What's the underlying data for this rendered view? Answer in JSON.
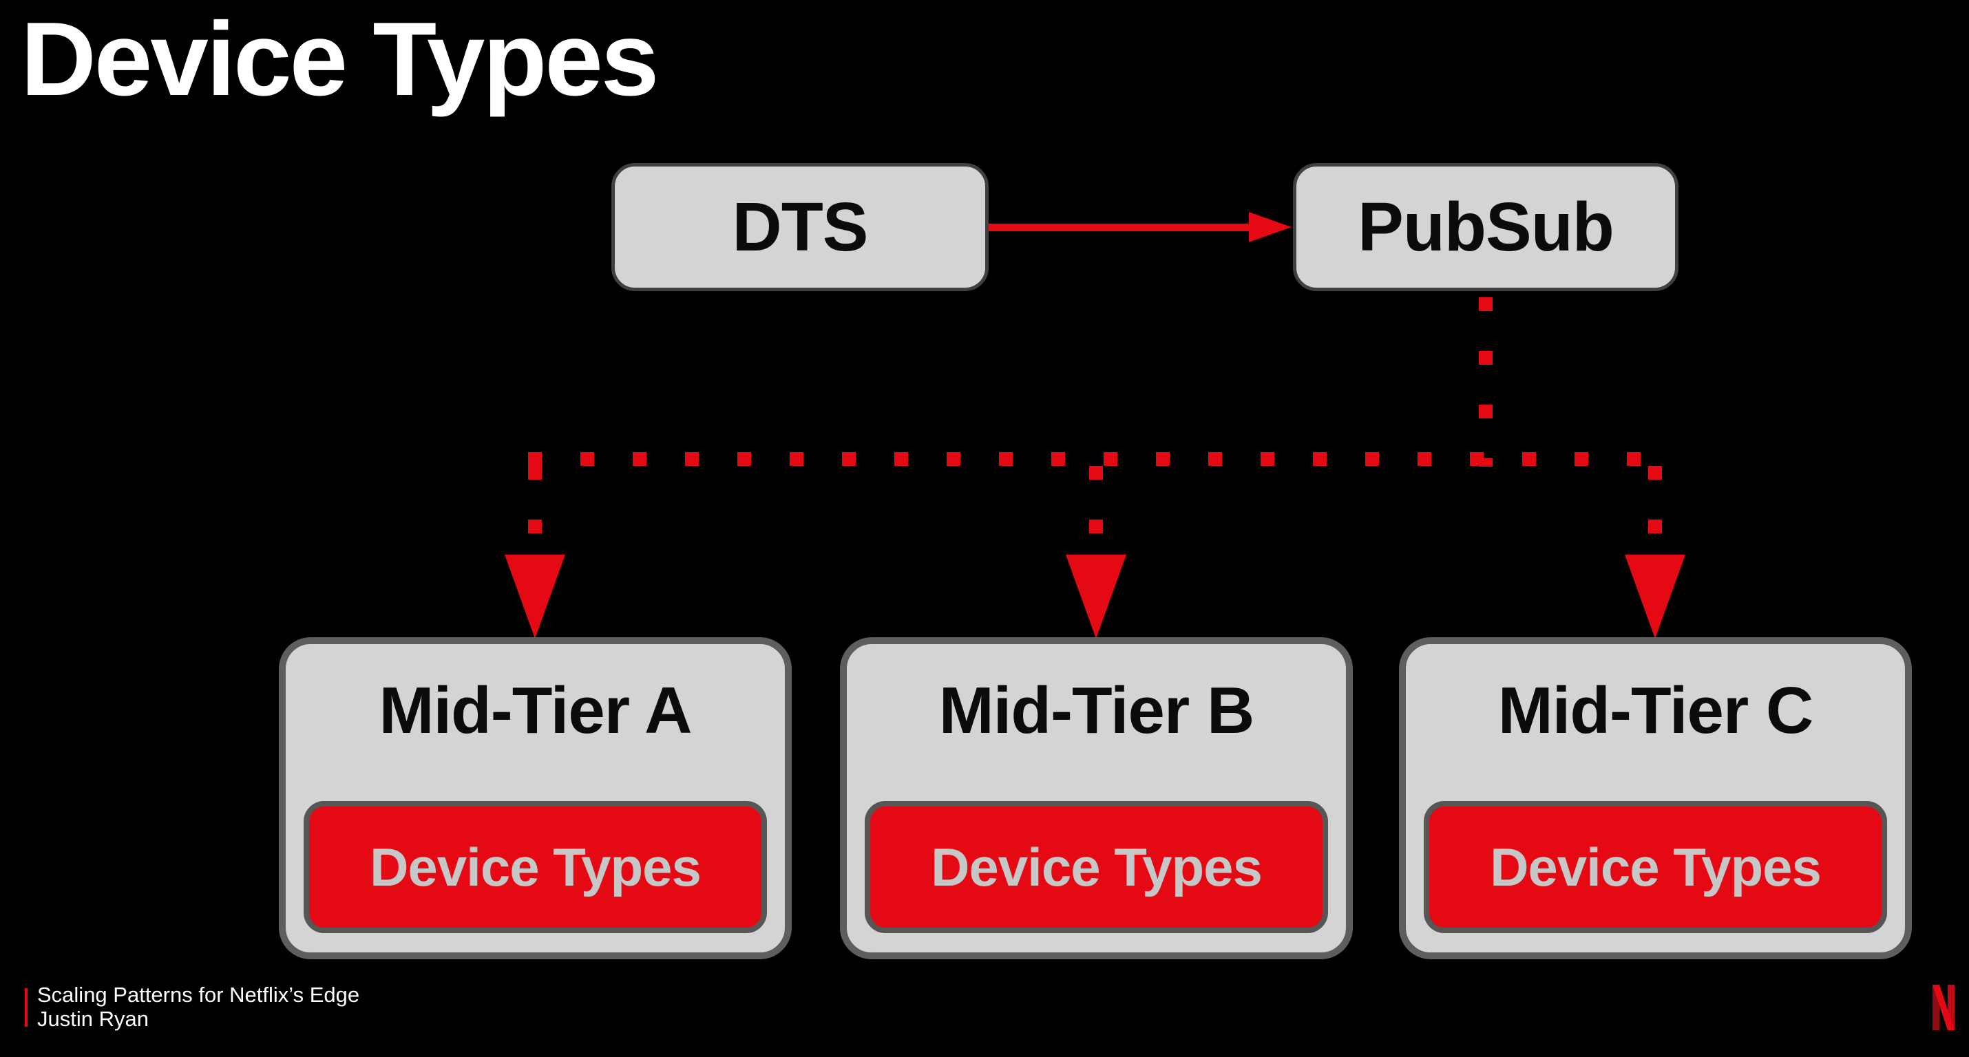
{
  "slide": {
    "title": "Device Types"
  },
  "colors": {
    "background": "#000000",
    "accent_red": "#e50914",
    "box_fill": "#d4d4d4",
    "small_box_border": "#404040",
    "midtier_border": "#5e5e5e",
    "chip_border": "#565656",
    "chip_text": "#c6c8c7",
    "title_text": "#ffffff",
    "node_text": "#0b0b0b"
  },
  "diagram": {
    "source": {
      "label": "DTS"
    },
    "broker": {
      "label": "PubSub"
    },
    "mid_tiers": [
      {
        "label": "Mid-Tier A",
        "chip": "Device Types"
      },
      {
        "label": "Mid-Tier B",
        "chip": "Device Types"
      },
      {
        "label": "Mid-Tier C",
        "chip": "Device Types"
      }
    ]
  },
  "footer": {
    "line1": "Scaling Patterns for Netflix’s Edge",
    "line2": "Justin Ryan",
    "logo": "netflix-n"
  }
}
